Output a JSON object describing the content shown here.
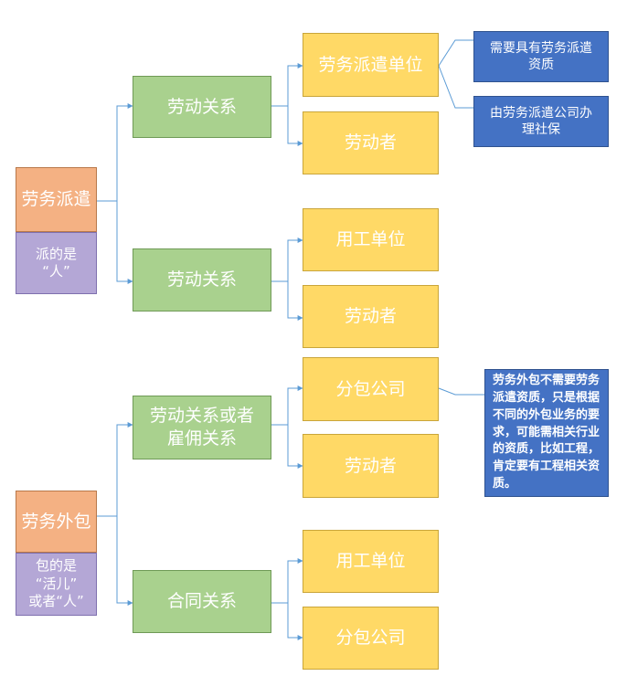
{
  "dispatch": {
    "title": "劳务派遣",
    "subtitle": "派的是\n“人”",
    "rel1": {
      "label": "劳动关系",
      "unit": "劳务派遣单位",
      "worker": "劳动者",
      "notes": [
        "需要具有劳务派遣资质",
        "由劳务派遣公司办理社保"
      ]
    },
    "rel2": {
      "label": "劳动关系",
      "unit": "用工单位",
      "worker": "劳动者"
    }
  },
  "outsourcing": {
    "title": "劳务外包",
    "subtitle": "包的是\n“活儿”\n或者“人”",
    "rel1": {
      "label": "劳动关系或者雇佣关系",
      "company": "分包公司",
      "worker": "劳动者",
      "note": "劳务外包不需要劳务派遣资质，只是根据不同的外包业务的要求，可能需相关行业的资质，比如工程，肯定要有工程相关资质。"
    },
    "rel2": {
      "label": "合同关系",
      "unit": "用工单位",
      "company": "分包公司"
    }
  },
  "colors": {
    "root": "#f4b183",
    "sub": "#b4a7d6",
    "relation": "#a9d18e",
    "party": "#ffd966",
    "note": "#4472c4",
    "connector": "#5b9bd5"
  }
}
